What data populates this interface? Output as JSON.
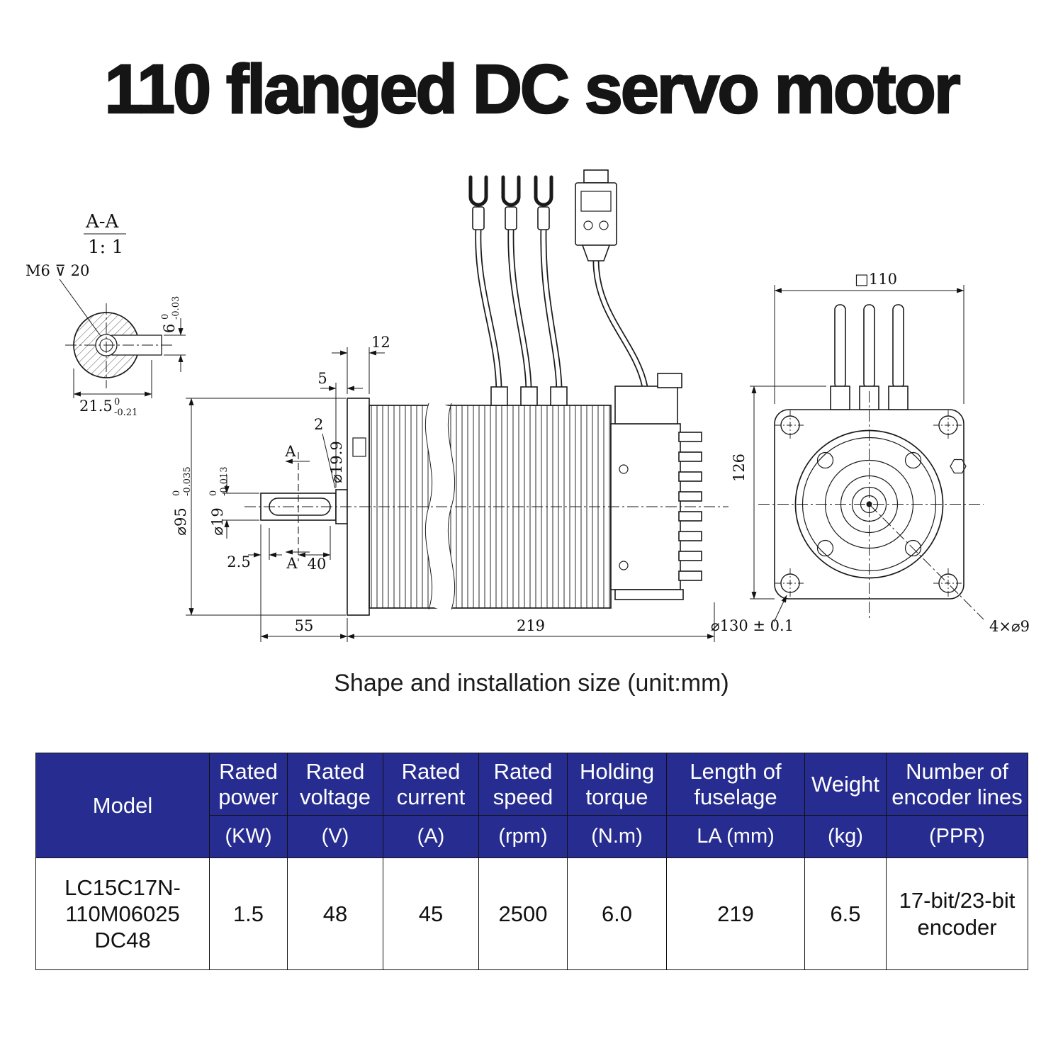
{
  "page": {
    "title": "110 flanged DC servo motor",
    "caption": "Shape and installation size (unit:mm)"
  },
  "colors": {
    "table-header-bg": "#272d90",
    "table-header-text": "#ffffff",
    "model-cell-bg": "#e7e7e7",
    "line-color": "#1a1a1a"
  },
  "drawing": {
    "section": {
      "label": "A-A",
      "scale": "1: 1",
      "thread_callout": "M6 ⊽ 20",
      "key_depth": {
        "base": "6",
        "tol_top": "0",
        "tol_bot": "-0.03"
      },
      "hub_width": {
        "base": "21.5",
        "tol_top": "0",
        "tol_bot": "-0.21"
      }
    },
    "side": {
      "flange_thickness": "12",
      "step_length": "5",
      "chamfer": "2",
      "step_diameter": "⌀19.9",
      "spigot_diameter": {
        "base": "⌀95",
        "tol_top": "0",
        "tol_bot": "-0.035"
      },
      "shaft_diameter": {
        "base": "⌀19",
        "tol_top": "0",
        "tol_bot": "-0.013"
      },
      "key_start": "2.5",
      "key_length": "40",
      "section_mark": "A",
      "shaft_length": "55",
      "body_length": "219"
    },
    "front": {
      "flange_size": "□110",
      "total_height": "126",
      "bolt_circle": "⌀130 ± 0.1",
      "bolt_holes": "4×⌀9"
    }
  },
  "table": {
    "columns": [
      {
        "name": "Model",
        "unit": ""
      },
      {
        "name": "Rated power",
        "unit": "(KW)"
      },
      {
        "name": "Rated voltage",
        "unit": "(V)"
      },
      {
        "name": "Rated current",
        "unit": "(A)"
      },
      {
        "name": "Rated speed",
        "unit": "(rpm)"
      },
      {
        "name": "Holding torque",
        "unit": "(N.m)"
      },
      {
        "name": "Length of fuselage",
        "unit": "LA (mm)"
      },
      {
        "name": "Weight",
        "unit": "(kg)"
      },
      {
        "name": "Number of encoder lines",
        "unit": "(PPR)"
      }
    ],
    "row": {
      "model": "LC15C17N-\n110M06025\nDC48",
      "rated_power": "1.5",
      "rated_voltage": "48",
      "rated_current": "45",
      "rated_speed": "2500",
      "holding_torque": "6.0",
      "fuselage_length": "219",
      "weight": "6.5",
      "encoder_lines": "17-bit/23-bit\nencoder"
    }
  }
}
